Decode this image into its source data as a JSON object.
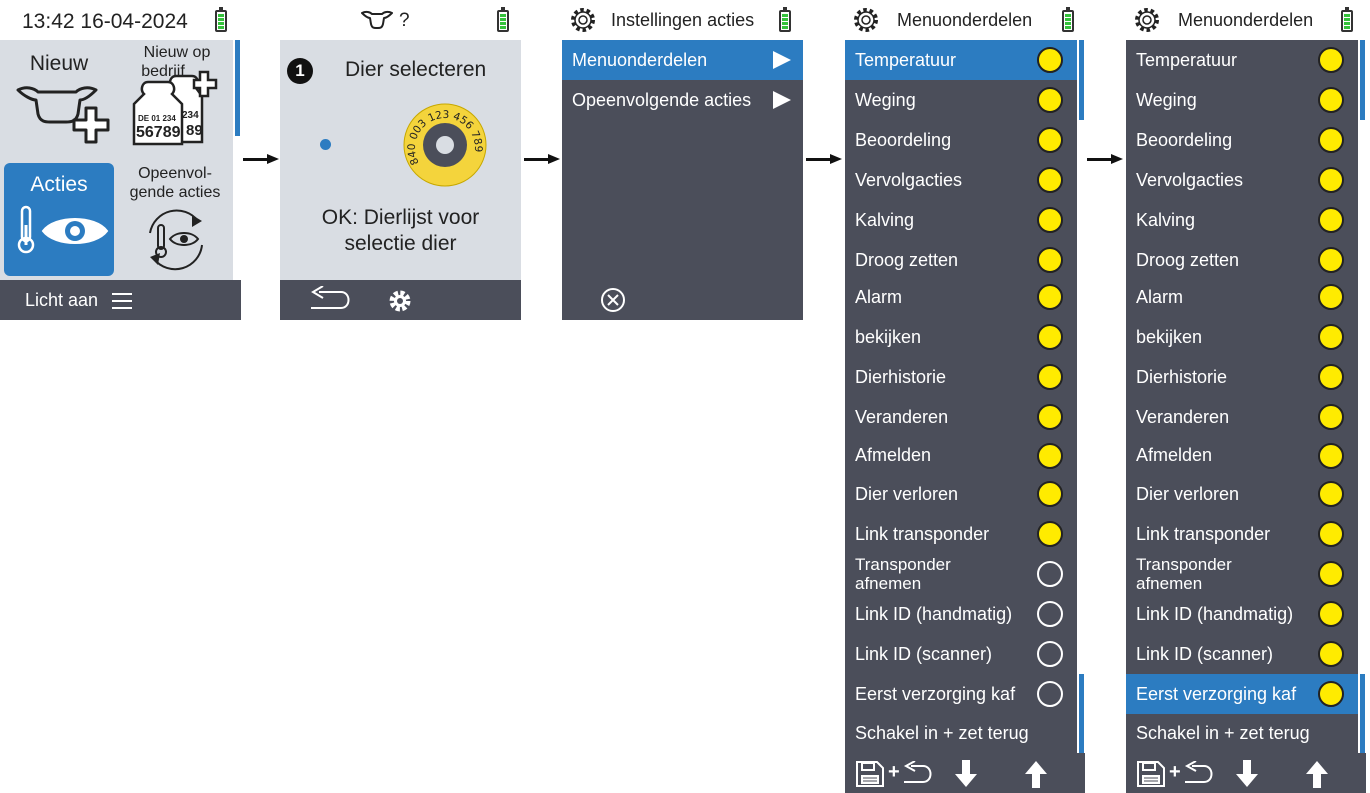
{
  "screen1": {
    "clock": "13:42 16-04-2024",
    "tile_new": "Nieuw",
    "tile_new_on_farm_line1": "Nieuw op",
    "tile_new_on_farm_line2": "bedrijf",
    "tag_country": "DE 01 234",
    "tag_number": "56789",
    "tag_back": "234",
    "tag_back2": "89",
    "tile_actions": "Acties",
    "tile_sequential_line1": "Opeenvol-",
    "tile_sequential_line2": "gende acties",
    "footer_light": "Licht aan",
    "menu_icon": "hamburger-icon"
  },
  "screen2": {
    "header_symbol": "?",
    "step_number": "1",
    "title": "Dier selecteren",
    "transponder_text": "840 003 123 456 789",
    "ok_line1": "OK: Dierlijst voor",
    "ok_line2": "selectie dier",
    "footer_icons": [
      "back-icon",
      "gear-icon"
    ]
  },
  "screen3": {
    "title": "Instellingen acties",
    "items": [
      {
        "label": "Menuonderdelen",
        "selected": true
      },
      {
        "label": "Opeenvolgende acties",
        "selected": false
      }
    ],
    "footer_icons": [
      "close-icon"
    ]
  },
  "screen4": {
    "title": "Menuonderdelen",
    "items": [
      {
        "label": "Temperatuur",
        "on": true
      },
      {
        "label": "Weging",
        "on": true
      },
      {
        "label": "Beoordeling",
        "on": true
      },
      {
        "label": "Vervolgacties",
        "on": true
      },
      {
        "label": "Kalving",
        "on": true
      },
      {
        "label": "Droog zetten",
        "on": true
      },
      {
        "label": "Alarm",
        "on": true
      },
      {
        "label": "bekijken",
        "on": true
      },
      {
        "label": "Dierhistorie",
        "on": true
      },
      {
        "label": "Veranderen",
        "on": true
      },
      {
        "label": "Afmelden",
        "on": true
      },
      {
        "label": "Dier verloren",
        "on": true
      },
      {
        "label": "Link transponder",
        "on": true
      },
      {
        "label": "Transponder afnemen",
        "line1": "Transponder",
        "line2": "afnemen",
        "on": false
      },
      {
        "label": "Link ID (handmatig)",
        "on": false
      },
      {
        "label": "Link ID (scanner)",
        "on": false
      },
      {
        "label": "Eerst verzorging kaf",
        "on": false
      },
      {
        "label": "Schakel in + zet terug",
        "on": null
      }
    ],
    "selected_index": 0,
    "footer_icons": [
      "save-plus-back-icon",
      "arrow-down-icon",
      "arrow-up-icon"
    ],
    "footer_plus": "+"
  },
  "screen5": {
    "title": "Menuonderdelen",
    "items": [
      {
        "label": "Temperatuur",
        "on": true
      },
      {
        "label": "Weging",
        "on": true
      },
      {
        "label": "Beoordeling",
        "on": true
      },
      {
        "label": "Vervolgacties",
        "on": true
      },
      {
        "label": "Kalving",
        "on": true
      },
      {
        "label": "Droog zetten",
        "on": true
      },
      {
        "label": "Alarm",
        "on": true
      },
      {
        "label": "bekijken",
        "on": true
      },
      {
        "label": "Dierhistorie",
        "on": true
      },
      {
        "label": "Veranderen",
        "on": true
      },
      {
        "label": "Afmelden",
        "on": true
      },
      {
        "label": "Dier verloren",
        "on": true
      },
      {
        "label": "Link transponder",
        "on": true
      },
      {
        "label": "Transponder afnemen",
        "line1": "Transponder",
        "line2": "afnemen",
        "on": true
      },
      {
        "label": "Link ID (handmatig)",
        "on": true
      },
      {
        "label": "Link ID (scanner)",
        "on": true
      },
      {
        "label": "Eerst verzorging kaf",
        "on": true
      },
      {
        "label": "Schakel in + zet terug",
        "on": null
      }
    ],
    "selected_index": 16,
    "footer_icons": [
      "save-plus-back-icon",
      "arrow-down-icon",
      "arrow-up-icon"
    ],
    "footer_plus": "+"
  },
  "colors": {
    "accent_blue": "#2c7cc1",
    "panel_dark": "#4b4e5a",
    "panel_light": "#d9dde3",
    "toggle_yellow": "#ffeb00",
    "battery_green": "#34c23b"
  }
}
